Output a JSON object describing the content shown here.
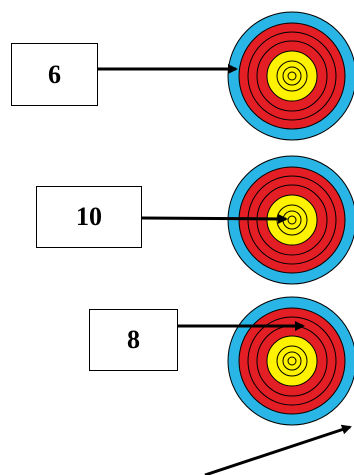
{
  "diagram": {
    "score_boxes": [
      {
        "label": "6"
      },
      {
        "label": "10"
      },
      {
        "label": "8"
      }
    ],
    "target_colors": {
      "outer_blue": "#29b6e6",
      "red": "#e31e24",
      "gold": "#fff200",
      "ring_line": "#000000",
      "arrow": "#000000"
    },
    "icons": [
      "archery-target-icon",
      "arrow-icon"
    ]
  }
}
